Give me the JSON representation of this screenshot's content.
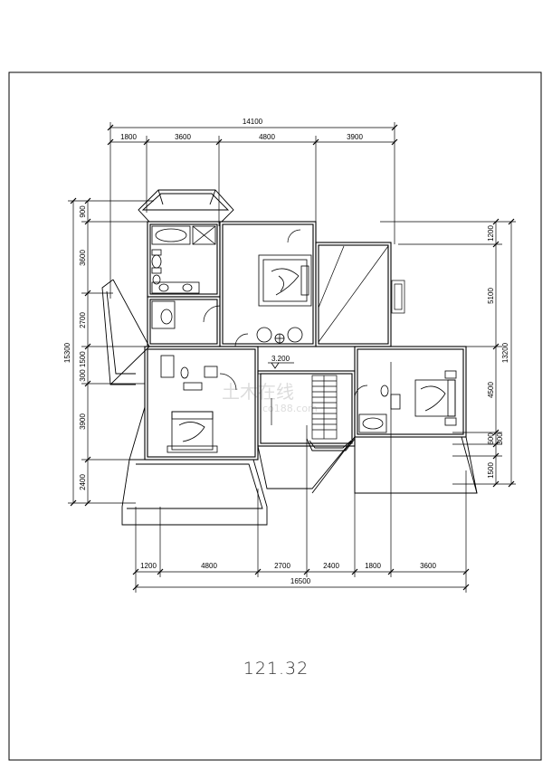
{
  "drawing": {
    "area_label": "121.32",
    "level_mark": "3.200"
  },
  "dimensions": {
    "top_total": "14100",
    "top_segments": [
      "1800",
      "3600",
      "4800",
      "3900"
    ],
    "bottom_segments": [
      "1200",
      "4800",
      "2700",
      "2400",
      "1800",
      "3600"
    ],
    "bottom_total": "16500",
    "left_segments": [
      "900",
      "3600",
      "2700",
      "300 1500",
      "3900",
      "2400"
    ],
    "left_total": "15300",
    "right_segments": [
      "1200",
      "5100",
      "4500",
      "600",
      "300",
      "1500"
    ],
    "right_total": "13200"
  },
  "watermark": {
    "text": "土木在线",
    "subtext": "co188.com"
  }
}
